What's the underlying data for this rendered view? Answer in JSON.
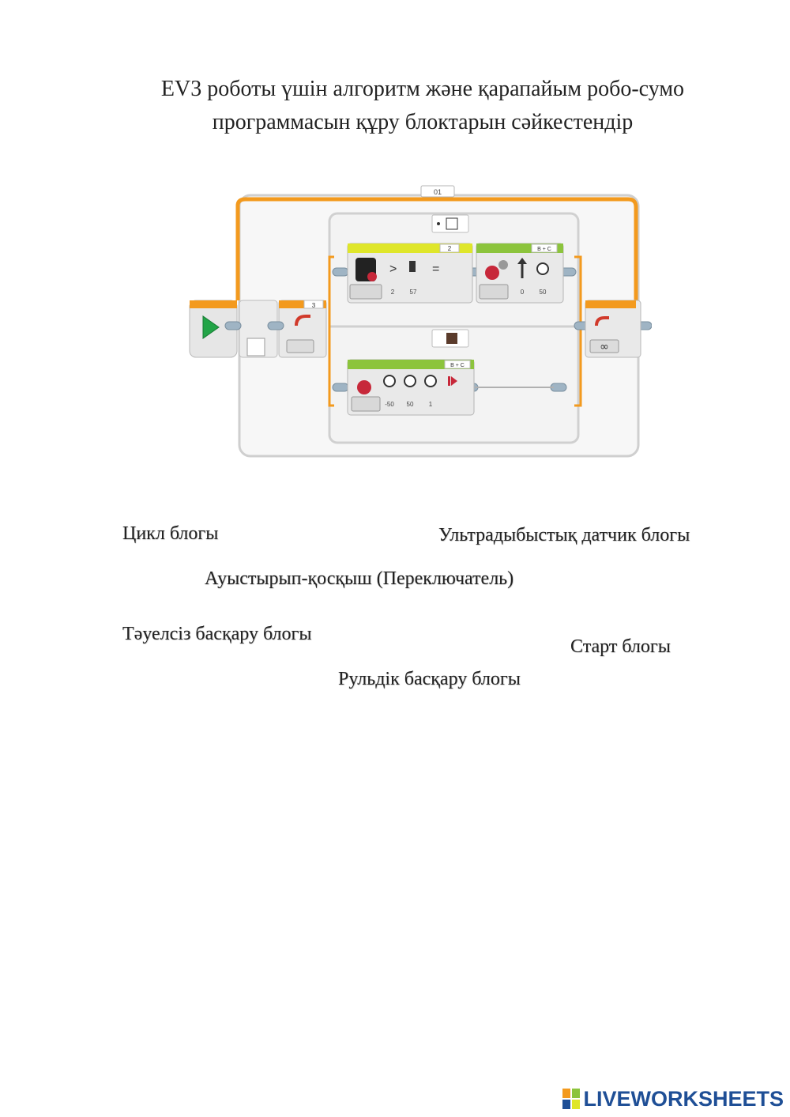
{
  "title": {
    "line1": "EV3 роботы үшін алгоритм және қарапайым робо-сумо",
    "line2": "программасын құру блоктарын сәйкестендір"
  },
  "diagram": {
    "loop_label": "01",
    "loop_count": "3",
    "ultrasonic_threshold": "2",
    "ultrasonic_params": [
      "2",
      "57"
    ],
    "steering_ports": "B + C",
    "steering_params": [
      "0",
      "50"
    ],
    "tank_ports": "B + C",
    "tank_params": [
      "-50",
      "50",
      "1"
    ],
    "loop_end_symbol": "∞"
  },
  "options": {
    "cycle_block": "Цикл блогы",
    "ultrasonic_block": "Ультрадыбыстық датчик блогы",
    "switch_block": "Ауыстырып-қосқыш (Переключатель)",
    "tank_block": "Тәуелсіз басқару блогы",
    "start_block": "Старт блогы",
    "steering_block": "Рульдік басқару блогы"
  },
  "brand": {
    "logo_text": "LIVEWORKSHEETS",
    "logo_letters": [
      "L",
      "I",
      "V",
      "E"
    ],
    "colors": {
      "orange": "#f39a1e",
      "green": "#8cc43c",
      "yellow": "#dfe62a",
      "blue": "#1f4f96"
    }
  }
}
